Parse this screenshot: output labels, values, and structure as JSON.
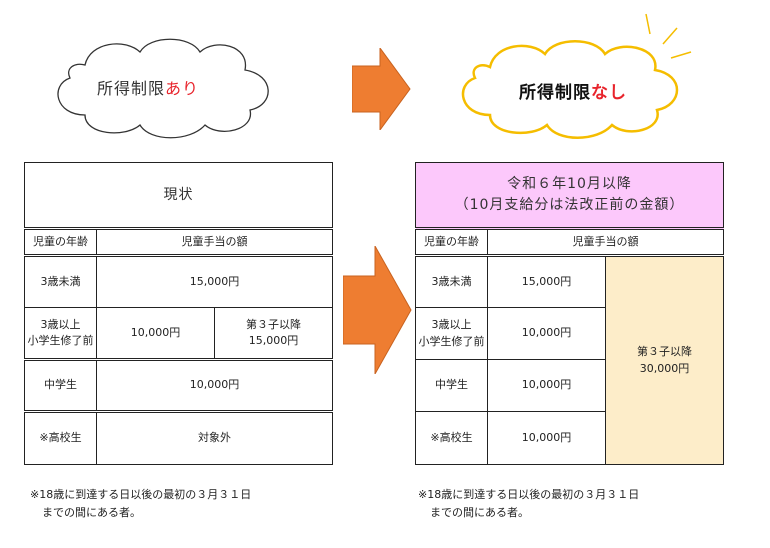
{
  "left_cloud": {
    "text": "所得制限",
    "highlight": "あり"
  },
  "right_cloud": {
    "text": "所得制限",
    "highlight": "なし"
  },
  "current_table": {
    "title": "現状",
    "headers": {
      "age": "児童の年齢",
      "amount": "児童手当の額"
    },
    "rows": [
      {
        "age": "3歳未満",
        "amount": "15,000円"
      },
      {
        "age_line1": "3歳以上",
        "age_line2": "小学生修了前",
        "amount_a": "10,000円",
        "amount_b_line1": "第３子以降",
        "amount_b_line2": "15,000円"
      },
      {
        "age": "中学生",
        "amount": "10,000円"
      },
      {
        "age": "※高校生",
        "amount": "対象外"
      }
    ]
  },
  "new_table": {
    "title_line1": "令和６年10月以降",
    "title_line2": "（10月支給分は法改正前の金額）",
    "headers": {
      "age": "児童の年齢",
      "amount": "児童手当の額"
    },
    "rows": [
      {
        "age": "3歳未満",
        "amount": "15,000円"
      },
      {
        "age_line1": "3歳以上",
        "age_line2": "小学生修了前",
        "amount": "10,000円"
      },
      {
        "age": "中学生",
        "amount": "10,000円"
      },
      {
        "age": "※高校生",
        "amount": "10,000円"
      }
    ],
    "third_child": {
      "line1": "第３子以降",
      "line2": "30,000円"
    }
  },
  "notes": {
    "line1": "※18歳に到達する日以後の最初の３月３１日",
    "line2": "までの間にある者。"
  },
  "colors": {
    "arrow": "#ee7d31",
    "highlight_red": "#e8242c",
    "cloud_yellow_stroke": "#f5bd00",
    "pink_header": "#fcc8fb",
    "cream_cell": "#fdedc9"
  }
}
